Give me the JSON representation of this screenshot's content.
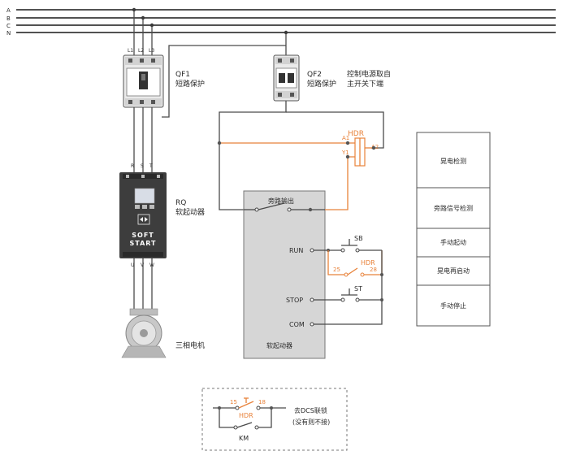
{
  "bus_labels": [
    "A",
    "B",
    "C",
    "N"
  ],
  "qf1": {
    "phases": [
      "L1",
      "L2",
      "L3"
    ],
    "name": "QF1",
    "desc": "短路保护"
  },
  "qf2": {
    "name": "QF2",
    "desc": "短路保护",
    "note_line1": "控制电源取自",
    "note_line2": "主开关下端"
  },
  "soft_starter": {
    "inputs": [
      "R",
      "S",
      "T"
    ],
    "outputs": [
      "U",
      "V",
      "W"
    ],
    "name": "RQ",
    "desc": "软起动器",
    "brand_line1": "SOFT",
    "brand_line2": "START"
  },
  "motor": {
    "label": "三相电机"
  },
  "controller": {
    "title": "软起动器",
    "bypass_label": "旁路输出",
    "run_label": "RUN",
    "stop_label": "STOP",
    "com_label": "COM"
  },
  "hdr_relay": {
    "name": "HDR",
    "a1": "A1",
    "a2": "A2",
    "y1": "Y1"
  },
  "switches": {
    "sb": "SB",
    "st": "ST",
    "hdr_contact": "HDR",
    "t25": "25",
    "t28": "28"
  },
  "function_list": [
    "晃电检测",
    "旁路信号检测",
    "手动起动",
    "晃电再启动",
    "手动停止"
  ],
  "dcs_block": {
    "t15": "15",
    "t18": "18",
    "hdr": "HDR",
    "km": "KM",
    "note_line1": "去DCS联锁",
    "note_line2": "(没有则不接)"
  },
  "colors": {
    "accent": "#e8823a",
    "wire": "#4a4a4a",
    "device_dark": "#3d3d3d"
  }
}
